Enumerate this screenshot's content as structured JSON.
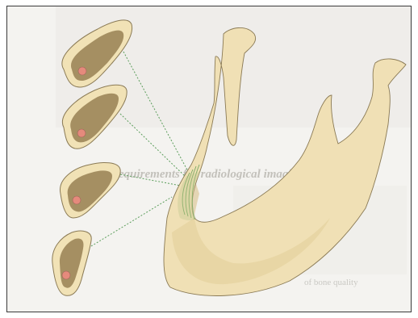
{
  "figure": {
    "background_text": {
      "heading": "Requirements for radiological imaging",
      "fragments": [
        "of bone quality"
      ]
    },
    "colors": {
      "bone": "#f0e0b5",
      "cortex": "#f1e2b6",
      "cancellous": "#a58f62",
      "canal": "#e58a7c",
      "guide_lines": "#5c9e5c",
      "outline": "#8a7a55"
    },
    "sections": [
      {
        "name": "cross-section-1"
      },
      {
        "name": "cross-section-2"
      },
      {
        "name": "cross-section-3"
      },
      {
        "name": "cross-section-4"
      }
    ]
  }
}
